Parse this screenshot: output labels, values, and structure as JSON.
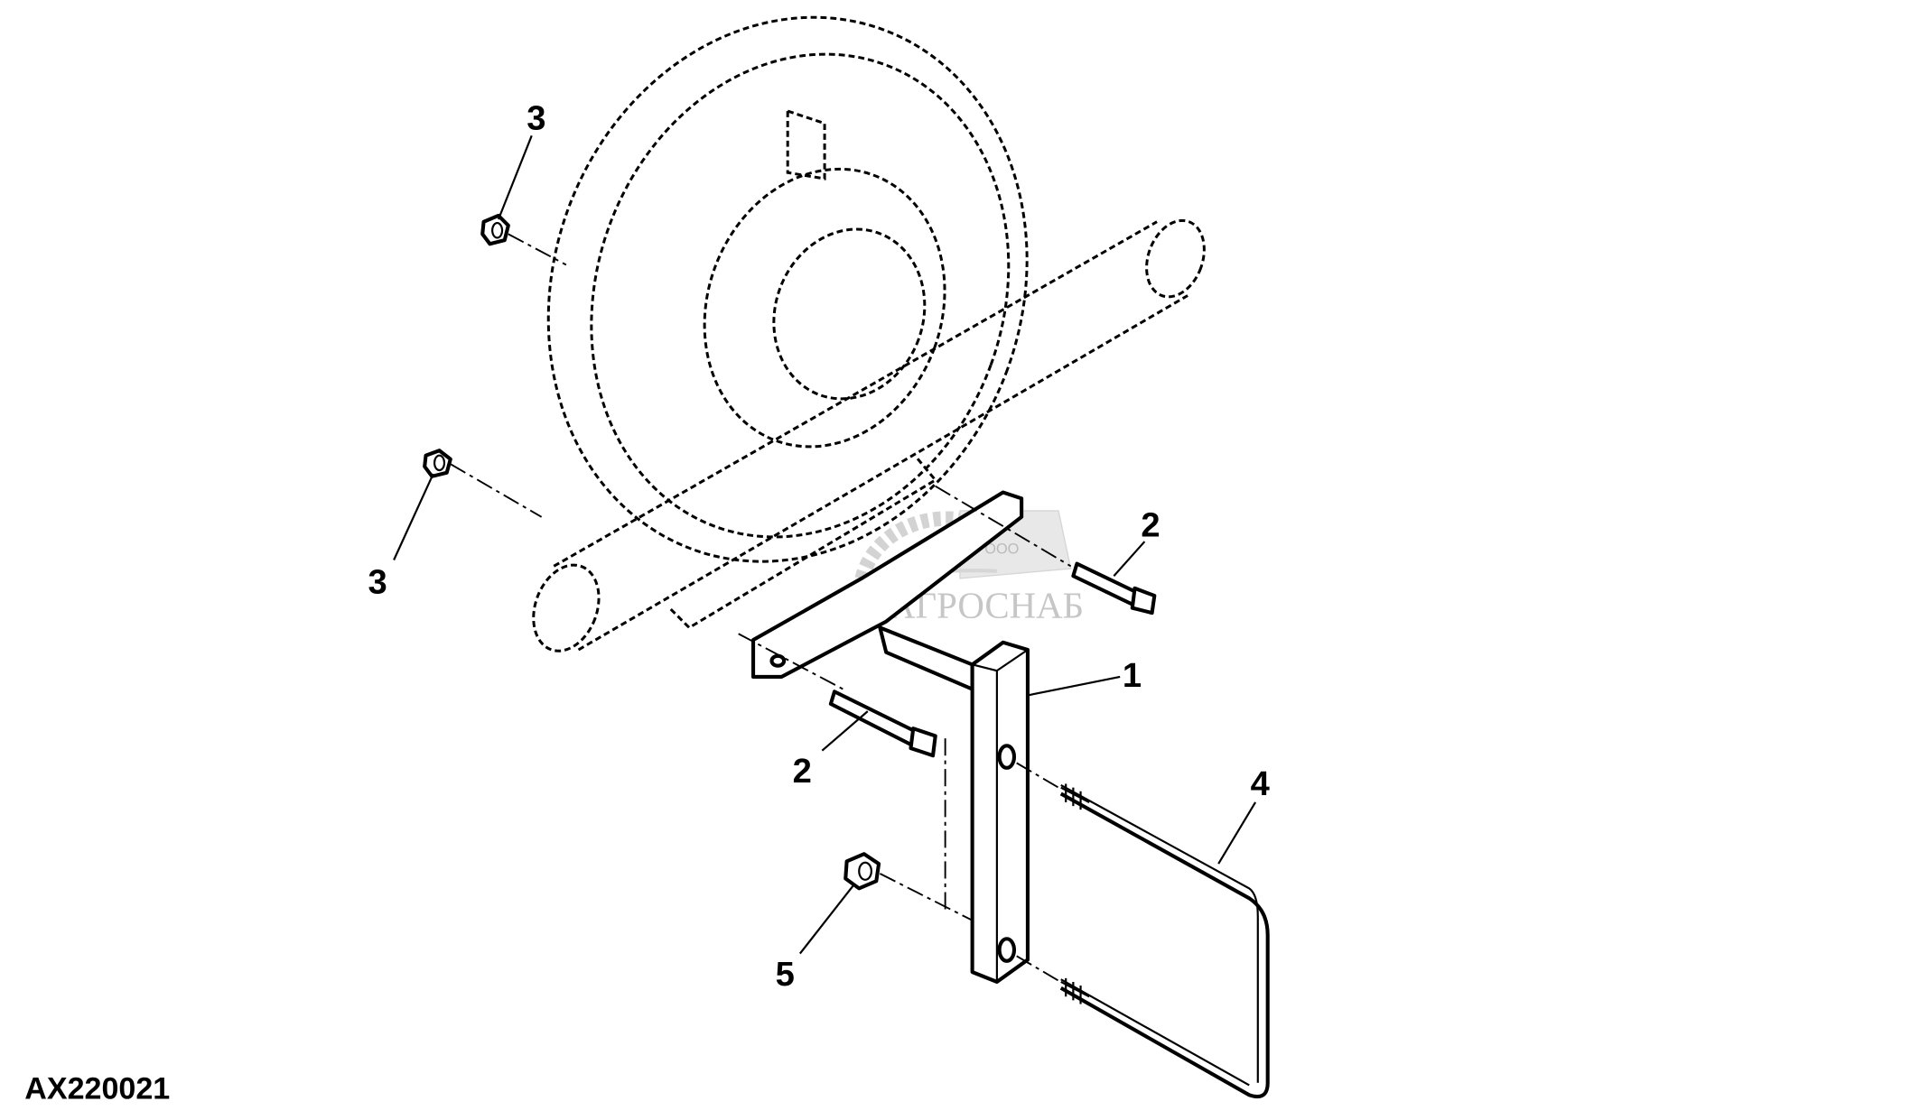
{
  "figure_id": "AX220021",
  "callouts": [
    {
      "label": "1",
      "part": "bar"
    },
    {
      "label": "2",
      "part": "bolt-upper"
    },
    {
      "label": "2",
      "part": "bolt-lower"
    },
    {
      "label": "3",
      "part": "nut-upper"
    },
    {
      "label": "3",
      "part": "nut-lower"
    },
    {
      "label": "4",
      "part": "u-bolt"
    },
    {
      "label": "5",
      "part": "flange-nut"
    }
  ],
  "watermark": {
    "prefix": "ООО",
    "name": "АГРОСНАБ"
  }
}
